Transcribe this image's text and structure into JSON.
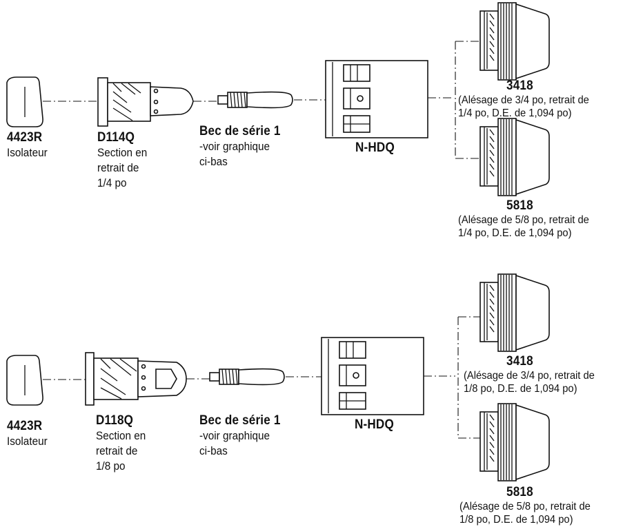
{
  "assemblies": [
    {
      "insulator": {
        "code": "4423R",
        "desc": "Isolateur"
      },
      "tip": {
        "code": "D114Q",
        "desc": [
          "Section en",
          "retrait de",
          "1/4 po"
        ]
      },
      "nozzle": {
        "code": "Bec de série 1",
        "desc": [
          "-voir graphique",
          "ci-bas"
        ]
      },
      "body": {
        "code": "N-HDQ"
      },
      "cap_a": {
        "code": "3418",
        "desc": [
          "(Alésage de 3/4 po, retrait de",
          "1/4 po, D.E. de 1,094 po)"
        ]
      },
      "cap_b": {
        "code": "5818",
        "desc": [
          "(Alésage de 5/8 po, retrait de",
          "1/4 po, D.E. de 1,094 po)"
        ]
      }
    },
    {
      "insulator": {
        "code": "4423R",
        "desc": "Isolateur"
      },
      "tip": {
        "code": "D118Q",
        "desc": [
          "Section en",
          "retrait de",
          "1/8 po"
        ]
      },
      "nozzle": {
        "code": "Bec de série 1",
        "desc": [
          "-voir graphique",
          "ci-bas"
        ]
      },
      "body": {
        "code": "N-HDQ"
      },
      "cap_a": {
        "code": "3418",
        "desc": [
          "(Alésage de 3/4 po, retrait de",
          "1/8 po, D.E. de 1,094 po)"
        ]
      },
      "cap_b": {
        "code": "5818",
        "desc": [
          "(Alésage de 5/8 po, retrait de",
          "1/8 po, D.E. de 1,094 po)"
        ]
      }
    }
  ]
}
